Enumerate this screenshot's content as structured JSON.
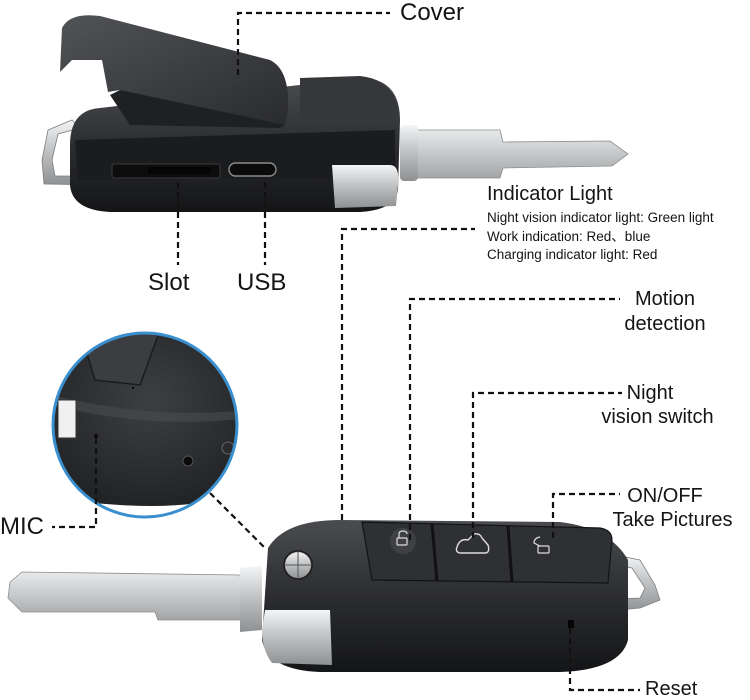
{
  "diagram": {
    "subject": "Car key fob hidden camera",
    "colors": {
      "body": "#2b2c2e",
      "body_dark": "#17181a",
      "body_light": "#45474a",
      "chrome": "#c9cbcd",
      "blade": "#bfc1c3",
      "leader_line": "#111111",
      "zoom_ring": "#3a8fcf",
      "text": "#141414"
    },
    "labels": {
      "cover": "Cover",
      "slot": "Slot",
      "usb": "USB",
      "indicator_title": "Indicator Light",
      "indicator_lines": [
        "Night vision indicator light: Green light",
        "Work indication: Red、blue",
        "Charging indicator light: Red"
      ],
      "motion_line1": "Motion",
      "motion_line2": "detection",
      "night_line1": "Night",
      "night_line2": "vision switch",
      "onoff_line1": "ON/OFF",
      "onoff_line2": "Take Pictures",
      "mic": "MIC",
      "reset": "Reset"
    },
    "button_icons": [
      "unlock-icon",
      "car-trunk-icon",
      "lock-open-icon"
    ]
  }
}
